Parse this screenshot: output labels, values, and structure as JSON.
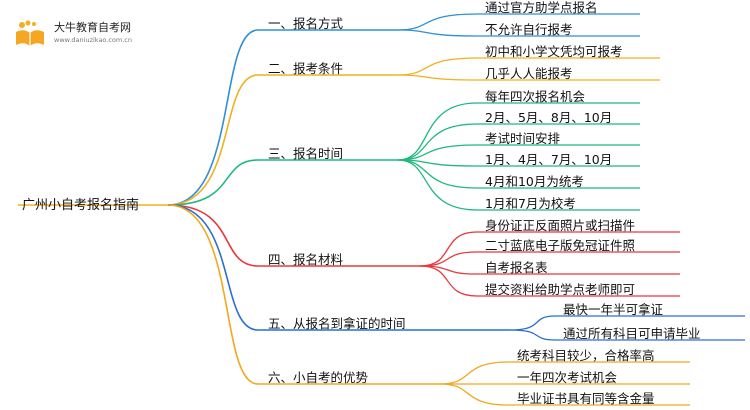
{
  "logo": {
    "title": "大牛教育自考网",
    "url": "www.daniuzikao.com.cn",
    "icon": "open-book-icon"
  },
  "root": "广州小自考报名指南",
  "colors": {
    "b1": "#2f8fd8",
    "b2": "#f2b01e",
    "b3": "#1fb87c",
    "b4": "#e8383d",
    "b5": "#2a6fd0",
    "b6": "#f2a81e",
    "root_line": "#f2b01e"
  },
  "branches": [
    {
      "label": "一、报名方式",
      "leaves": [
        "通过官方助学点报名",
        "不允许自行报考"
      ]
    },
    {
      "label": "二、报考条件",
      "leaves": [
        "初中和小学文凭均可报考",
        "几乎人人能报考"
      ]
    },
    {
      "label": "三、报名时间",
      "leaves": [
        "每年四次报名机会",
        "2月、5月、8月、10月",
        "考试时间安排",
        "1月、4月、7月、10月",
        "4月和10月为统考",
        "1月和7月为校考"
      ]
    },
    {
      "label": "四、报名材料",
      "leaves": [
        "身份证正反面照片或扫描件",
        "二寸蓝底电子版免冠证件照",
        "自考报名表",
        "提交资料给助学点老师即可"
      ]
    },
    {
      "label": "五、从报名到拿证的时间",
      "leaves": [
        "最快一年半可拿证",
        "通过所有科目可申请毕业"
      ]
    },
    {
      "label": "六、小自考的优势",
      "leaves": [
        "统考科目较少，合格率高",
        "一年四次考试机会",
        "毕业证书具有同等含金量"
      ]
    }
  ]
}
